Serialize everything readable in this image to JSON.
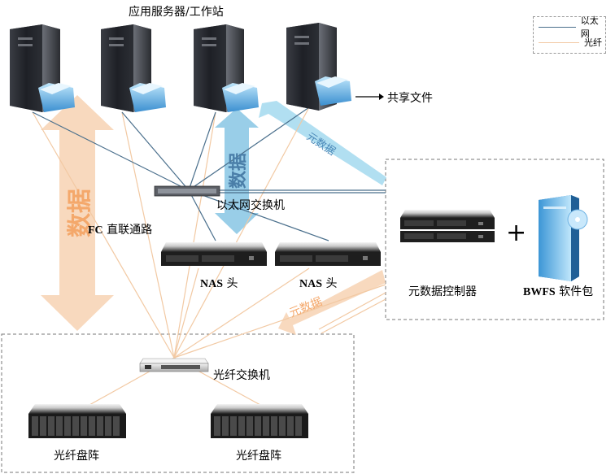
{
  "title": "应用服务器/工作站",
  "legend": {
    "ethernet": "以太网",
    "fiber": "光纤"
  },
  "labels": {
    "shared_files": "共享文件",
    "metadata_top": "元数据",
    "metadata_bottom": "元数据",
    "data_left": "数据",
    "data_center": "数据",
    "fc_prefix": "FC",
    "fc_suffix": "直联通路",
    "ethernet_switch": "以太网交换机",
    "nas_prefix": "NAS",
    "nas_suffix": "头",
    "metadata_controller": "元数据控制器",
    "software_prefix": "BWFS",
    "software_suffix": "软件包",
    "plus": "+",
    "fiber_switch": "光纤交换机",
    "disk_array_1": "光纤盘阵",
    "disk_array_2": "光纤盘阵"
  },
  "colors": {
    "ethernet_line": "#4a6f8c",
    "fiber_line": "#f2c9a3",
    "data_arrow": "#f7d2b3",
    "data_arrow_center": "#8ec9e6",
    "metadata_arrow_top": "#a9dbf0",
    "metadata_arrow_bottom": "#f7d2b3"
  }
}
